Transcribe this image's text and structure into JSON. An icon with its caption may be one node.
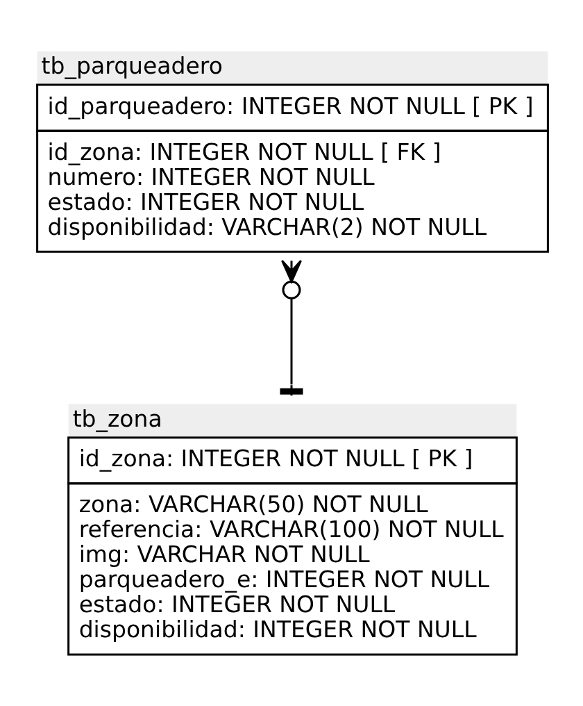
{
  "diagram": {
    "nodes": [
      {
        "text": [
          "tb_parqueadero",
          "id_parqueadero: INTEGER NOT NULL [ PK ]",
          "id_zona: INTEGER NOT NULL [ FK ]",
          "numero: INTEGER NOT NULL",
          "estado: INTEGER NOT NULL",
          "disponibilidad: VARCHAR(2) NOT NULL"
        ]
      },
      {
        "text": [
          "tb_zona",
          "id_zona: INTEGER NOT NULL [ PK ]",
          "zona: VARCHAR(50) NOT NULL",
          "referencia: VARCHAR(100) NOT NULL",
          "img: VARCHAR NOT NULL",
          "parqueadero_e: INTEGER NOT NULL",
          "estado: INTEGER NOT NULL",
          "disponibilidad: INTEGER NOT NULL"
        ]
      }
    ],
    "edges": [
      {
        "from": 0,
        "to": 1,
        "arrow": "other"
      }
    ]
  }
}
